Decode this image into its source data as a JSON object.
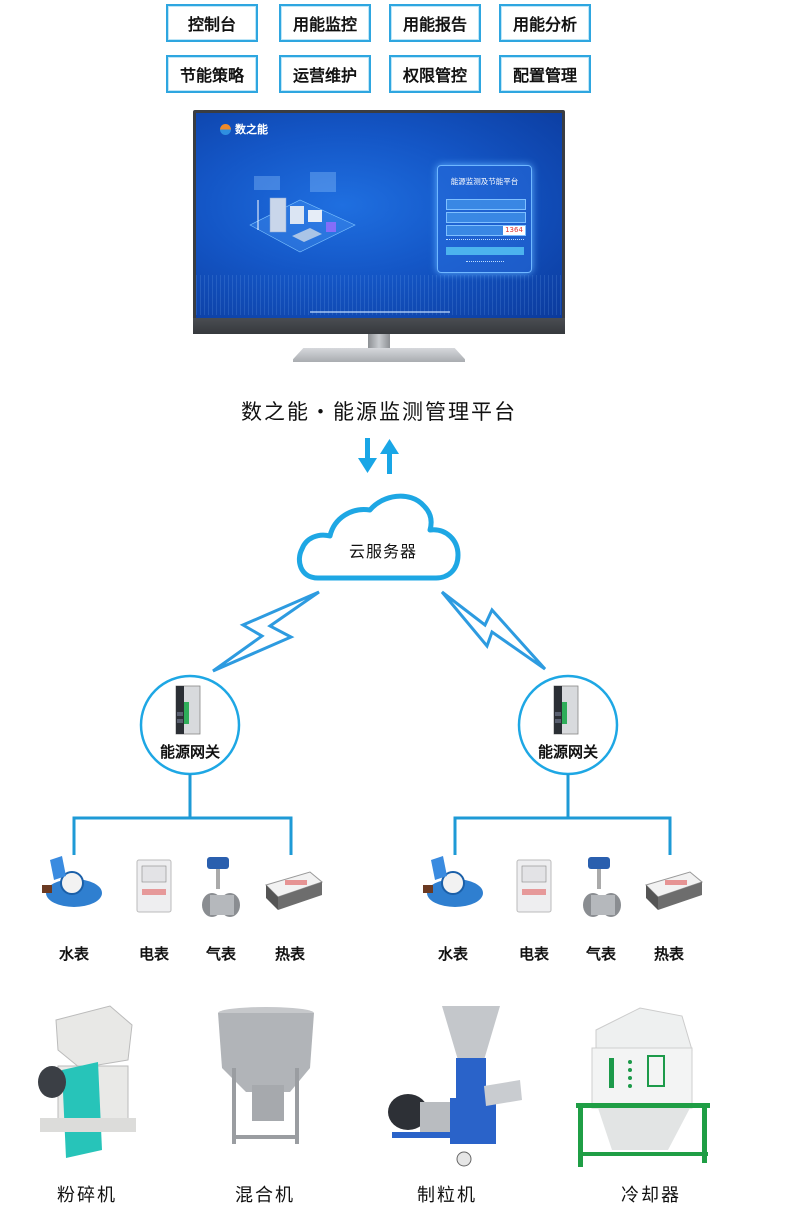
{
  "modules": [
    {
      "label": "控制台"
    },
    {
      "label": "用能监控"
    },
    {
      "label": "用能报告"
    },
    {
      "label": "用能分析"
    },
    {
      "label": "节能策略"
    },
    {
      "label": "运营维护"
    },
    {
      "label": "权限管控"
    },
    {
      "label": "配置管理"
    }
  ],
  "screen": {
    "logo_text": "数之能",
    "login_title": "能源监测及节能平台",
    "captcha": "1364",
    "brand_color": "#1456c6"
  },
  "platform": {
    "title": "数之能・能源监测管理平台"
  },
  "cloud": {
    "label": "云服务器"
  },
  "gateways": [
    {
      "label": "能源网关"
    },
    {
      "label": "能源网关"
    }
  ],
  "meters_left": [
    {
      "label": "水表",
      "icon": "water-meter"
    },
    {
      "label": "电表",
      "icon": "electric-meter"
    },
    {
      "label": "气表",
      "icon": "gas-meter"
    },
    {
      "label": "热表",
      "icon": "heat-meter"
    }
  ],
  "meters_right": [
    {
      "label": "水表",
      "icon": "water-meter"
    },
    {
      "label": "电表",
      "icon": "electric-meter"
    },
    {
      "label": "气表",
      "icon": "gas-meter"
    },
    {
      "label": "热表",
      "icon": "heat-meter"
    }
  ],
  "machines": [
    {
      "label": "粉碎机",
      "icon": "crusher"
    },
    {
      "label": "混合机",
      "icon": "mixer"
    },
    {
      "label": "制粒机",
      "icon": "pellet-mill"
    },
    {
      "label": "冷却器",
      "icon": "cooler"
    }
  ],
  "colors": {
    "accent": "#1ea7e4",
    "line": "#1e9ad6"
  }
}
